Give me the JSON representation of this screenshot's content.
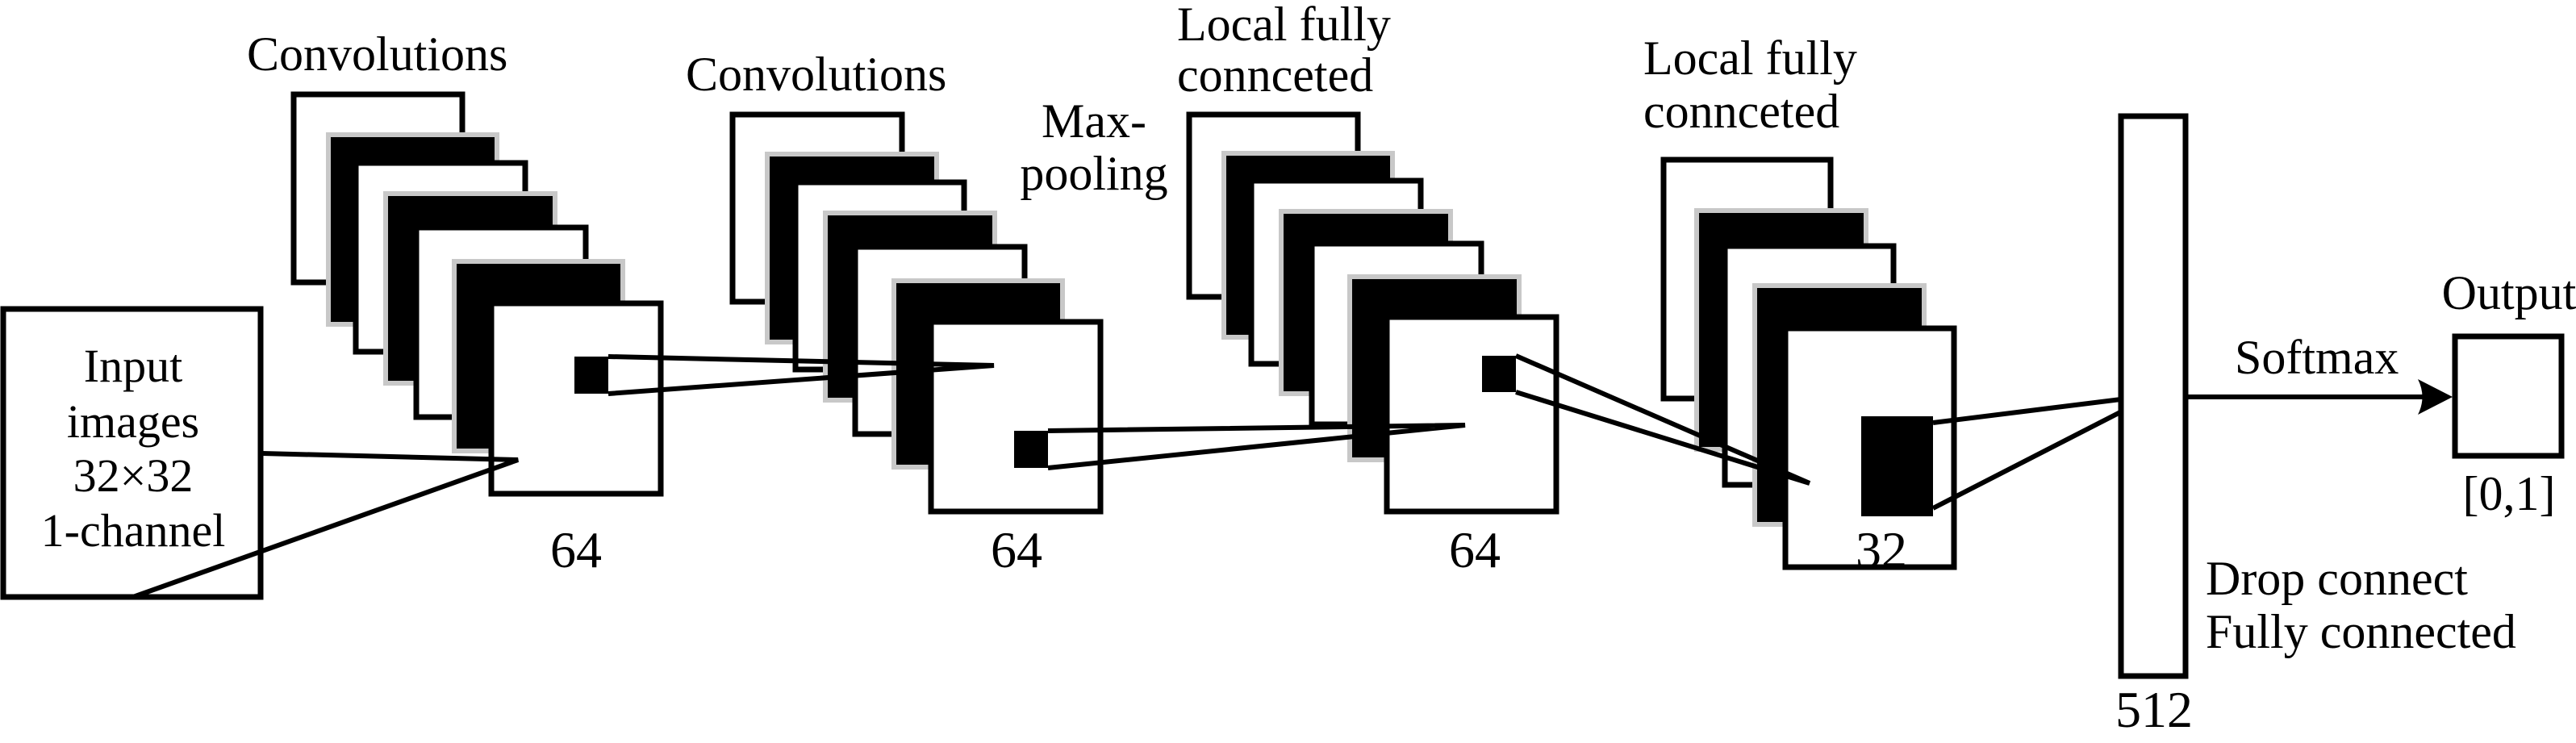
{
  "diagram": {
    "title": "CNN architecture",
    "input": {
      "lines": [
        "Input",
        "images",
        "32×32",
        "1-channel"
      ]
    },
    "stages": [
      {
        "id": "conv1",
        "label_lines": [
          "Convolutions"
        ],
        "size": "64"
      },
      {
        "id": "conv2",
        "label_lines": [
          "Convolutions"
        ],
        "size": "64"
      },
      {
        "id": "maxpool",
        "label_lines": [
          "Max-",
          "pooling"
        ]
      },
      {
        "id": "local1",
        "label_lines": [
          "Local fully",
          "connceted"
        ],
        "size": "64"
      },
      {
        "id": "local2",
        "label_lines": [
          "Local fully",
          "connceted"
        ],
        "size": "32"
      }
    ],
    "fully_connected": {
      "size": "512",
      "label_lines": [
        "Drop connect",
        "Fully connected"
      ]
    },
    "activation": {
      "label": "Softmax"
    },
    "output": {
      "label": "Output",
      "range": "[0,1]"
    },
    "colors": {
      "stroke": "#000000",
      "fill_dark": "#000000",
      "fill_light": "#ffffff",
      "layer_shadow": "#c8c8c8"
    }
  }
}
